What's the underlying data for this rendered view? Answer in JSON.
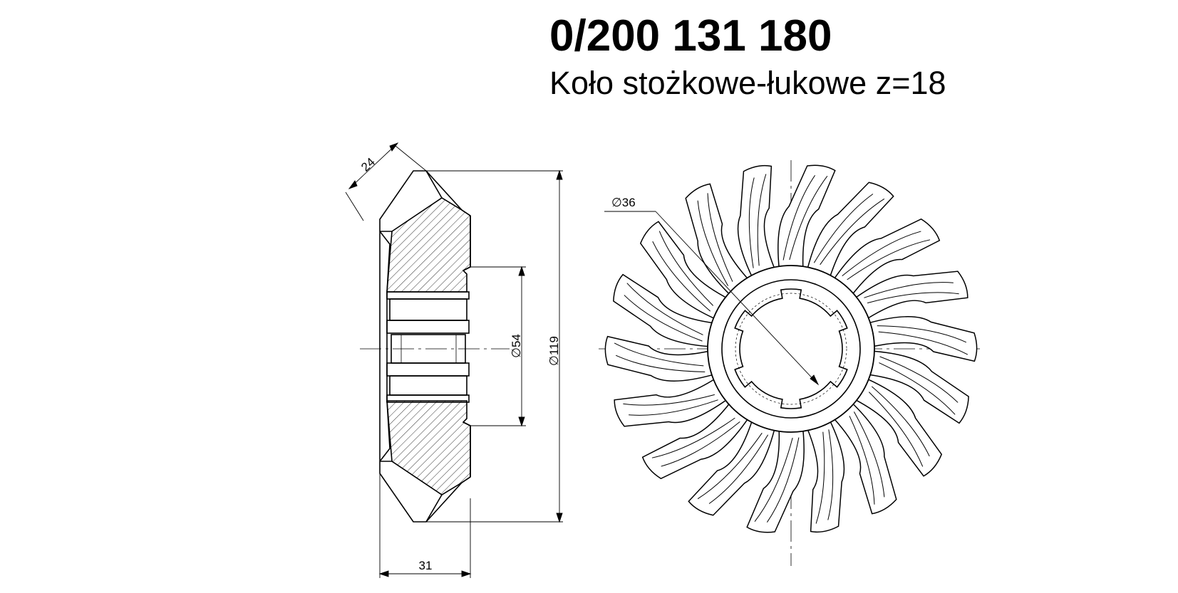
{
  "title": {
    "part_number": "0/200 131 180",
    "part_name": "Koło stożkowe-łukowe z=18"
  },
  "dimensions": {
    "face_width": "24",
    "bore_diameter": "∅36",
    "hub_diameter": "∅54",
    "outer_diameter": "∅119",
    "overall_length": "31"
  },
  "gear": {
    "teeth": 18
  }
}
